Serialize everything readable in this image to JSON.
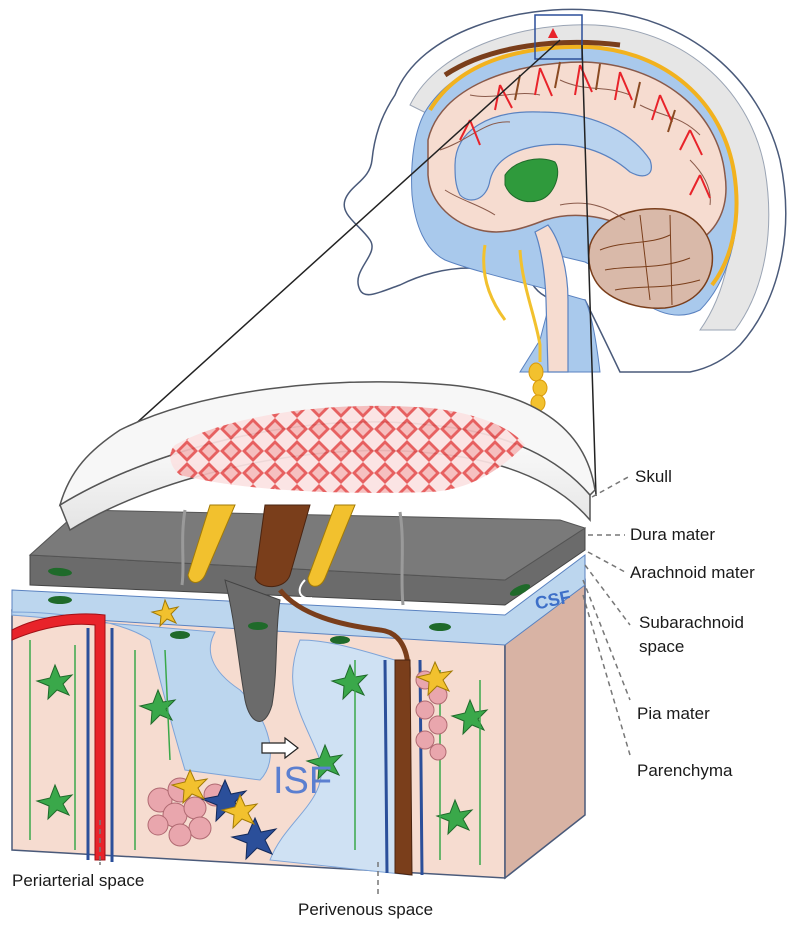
{
  "labels": {
    "skull": "Skull",
    "dura": "Dura mater",
    "arachnoid": "Arachnoid mater",
    "subarachnoid_line1": "Subarachnoid",
    "subarachnoid_line2": "space",
    "pia": "Pia mater",
    "parenchyma": "Parenchyma",
    "periarterial": "Periarterial space",
    "perivenous": "Perivenous space",
    "isf": "ISF",
    "csf": "CSF"
  },
  "colors": {
    "skull": "#f2f2f2",
    "dura": "#6b6b6b",
    "csf": "#bcd6ee",
    "parenchyma": "#f6dcd0",
    "artery": "#e8232a",
    "vein": "#7a3e1b",
    "astrocyte": "#3aa84a",
    "nerve": "#f2c12e"
  }
}
